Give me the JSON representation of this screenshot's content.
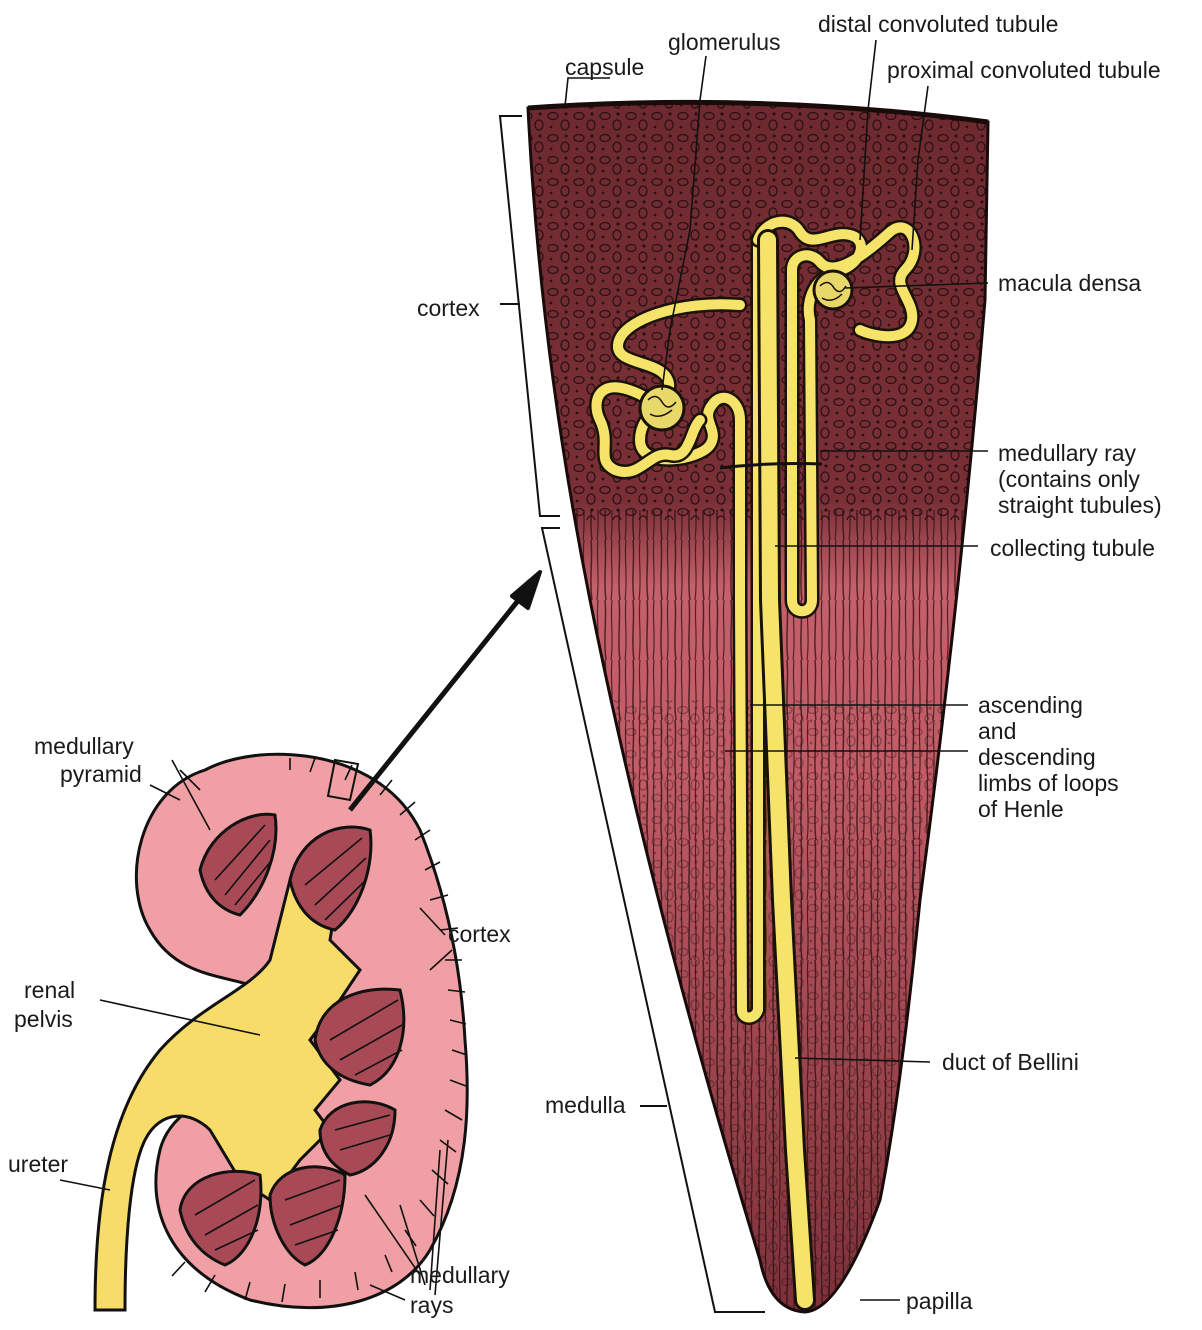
{
  "labels": {
    "capsule": "capsule",
    "glomerulus": "glomerulus",
    "distal_convoluted_tubule": "distal convoluted tubule",
    "proximal_convoluted_tubule": "proximal convoluted tubule",
    "cortex_right": "cortex",
    "macula_densa": "macula densa",
    "medullary_ray_line1": "medullary ray",
    "medullary_ray_line2": "(contains only",
    "medullary_ray_line3": "straight tubules)",
    "collecting_tubule": "collecting tubule",
    "loops_line1": "ascending",
    "loops_line2": "and",
    "loops_line3": "descending",
    "loops_line4": "limbs of loops",
    "loops_line5": "of Henle",
    "duct_of_bellini": "duct of Bellini",
    "medulla": "medulla",
    "papilla": "papilla",
    "medullary_pyramid_line1": "medullary",
    "medullary_pyramid_line2": "pyramid",
    "cortex_left": "cortex",
    "renal_pelvis_line1": "renal",
    "renal_pelvis_line2": "pelvis",
    "ureter": "ureter",
    "medullary_rays_line1": "medullary",
    "medullary_rays_line2": "rays"
  },
  "colors": {
    "tissue_dark": "#7a2f35",
    "tissue_medulla": "#b9505a",
    "kidney_pink": "#f0a0a4",
    "pyramid": "#a84a55",
    "pelvis_yellow": "#f8dc6a",
    "tubule_yellow": "#f6e46a"
  }
}
